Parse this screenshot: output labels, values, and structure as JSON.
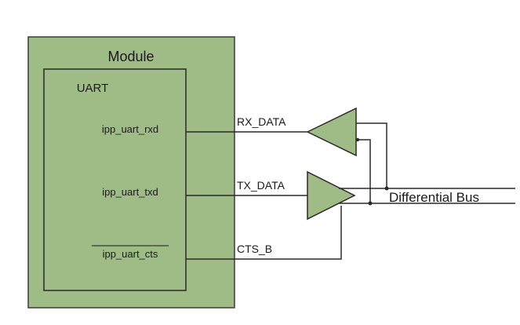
{
  "module": {
    "title": "Module",
    "fill": "#9fbc86"
  },
  "uart": {
    "title": "UART",
    "pins": {
      "rxd": "ipp_uart_rxd",
      "txd": "ipp_uart_txd",
      "cts": "ipp_uart_cts"
    }
  },
  "signals": {
    "rx": "RX_DATA",
    "tx": "TX_DATA",
    "cts": "CTS_B"
  },
  "bus": {
    "label": "Differential Bus"
  },
  "buffer_fill": "#9fbc86"
}
